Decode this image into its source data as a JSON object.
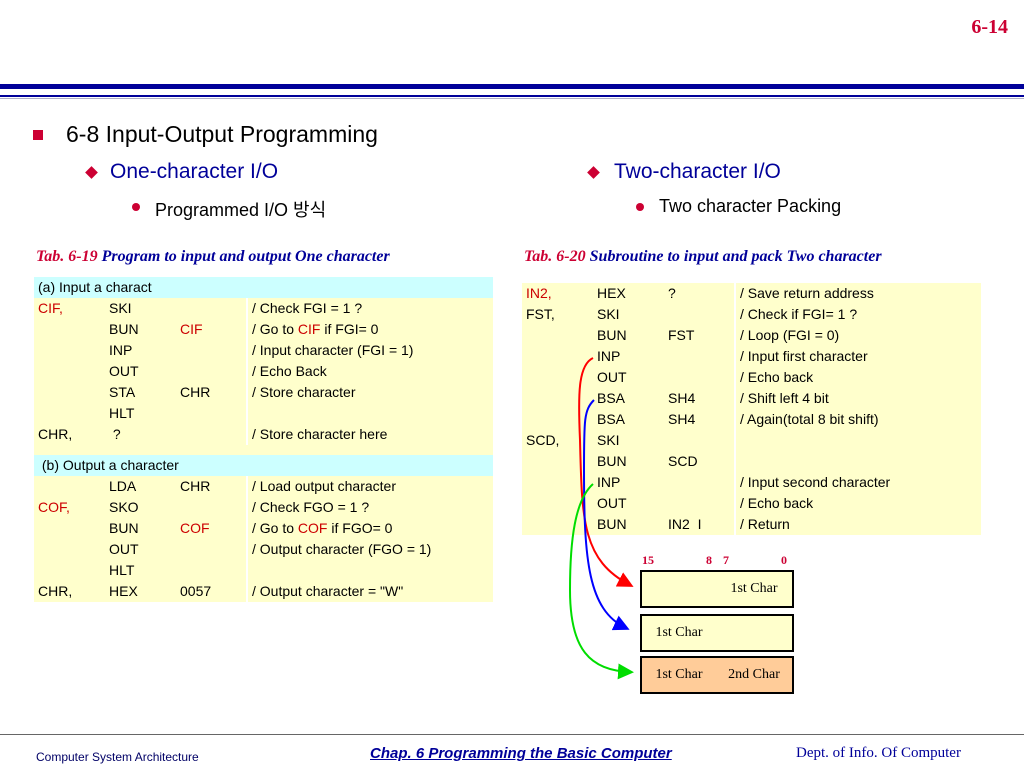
{
  "page_number": "6-14",
  "heading": "6-8  Input-Output Programming",
  "left_sub": "One-character I/O",
  "left_item": "Programmed I/O 방식",
  "right_sub": "Two-character I/O",
  "right_item": "Two character Packing",
  "tab19": {
    "prefix": "Tab. 6-19",
    "title": "  Program to input and output One character",
    "sec_a": "(a) Input a charact",
    "rows_a": [
      {
        "label": "CIF,",
        "label_red": true,
        "op": "SKI",
        "arg": "",
        "arg_red": false,
        "comment": "/ Check FGI = 1 ?",
        "comment_pre": "",
        "comment_red": "",
        "comment_post": ""
      },
      {
        "label": "",
        "label_red": false,
        "op": "BUN",
        "arg": "CIF",
        "arg_red": true,
        "comment": "",
        "comment_pre": "/ Go to ",
        "comment_red": "CIF",
        "comment_post": " if FGI= 0"
      },
      {
        "label": "",
        "label_red": false,
        "op": "INP",
        "arg": "",
        "arg_red": false,
        "comment": "/ Input character (FGI = 1)",
        "comment_pre": "",
        "comment_red": "",
        "comment_post": ""
      },
      {
        "label": "",
        "label_red": false,
        "op": "OUT",
        "arg": "",
        "arg_red": false,
        "comment": "/ Echo Back",
        "comment_pre": "",
        "comment_red": "",
        "comment_post": ""
      },
      {
        "label": "",
        "label_red": false,
        "op": "STA",
        "arg": "CHR",
        "arg_red": false,
        "comment": "/ Store character",
        "comment_pre": "",
        "comment_red": "",
        "comment_post": ""
      },
      {
        "label": "",
        "label_red": false,
        "op": "HLT",
        "arg": "",
        "arg_red": false,
        "comment": "",
        "comment_pre": "",
        "comment_red": "",
        "comment_post": ""
      },
      {
        "label": "CHR,",
        "label_red": false,
        "op": " ?",
        "arg": "",
        "arg_red": false,
        "comment": "/ Store character here",
        "comment_pre": "",
        "comment_red": "",
        "comment_post": ""
      }
    ],
    "sec_b": " (b) Output a character",
    "rows_b": [
      {
        "label": "",
        "label_red": false,
        "op": "LDA",
        "arg": "CHR",
        "arg_red": false,
        "comment": "/ Load output character",
        "comment_pre": "",
        "comment_red": "",
        "comment_post": ""
      },
      {
        "label": "COF,",
        "label_red": true,
        "op": "SKO",
        "arg": "",
        "arg_red": false,
        "comment": "/ Check FGO = 1 ?",
        "comment_pre": "",
        "comment_red": "",
        "comment_post": ""
      },
      {
        "label": "",
        "label_red": false,
        "op": "BUN",
        "arg": "COF",
        "arg_red": true,
        "comment": "",
        "comment_pre": "/ Go to ",
        "comment_red": "COF",
        "comment_post": " if FGO= 0"
      },
      {
        "label": "",
        "label_red": false,
        "op": "OUT",
        "arg": "",
        "arg_red": false,
        "comment": "/ Output character (FGO = 1)",
        "comment_pre": "",
        "comment_red": "",
        "comment_post": ""
      },
      {
        "label": "",
        "label_red": false,
        "op": "HLT",
        "arg": "",
        "arg_red": false,
        "comment": "",
        "comment_pre": "",
        "comment_red": "",
        "comment_post": ""
      },
      {
        "label": "CHR,",
        "label_red": false,
        "op": "HEX",
        "arg": "0057",
        "arg_red": false,
        "comment": "/ Output character = \"W\"",
        "comment_pre": "",
        "comment_red": "",
        "comment_post": ""
      }
    ]
  },
  "tab20": {
    "prefix": "Tab. 6-20",
    "title": "  Subroutine to input and pack Two character",
    "rows": [
      {
        "label": "IN2,",
        "label_red": true,
        "op": "HEX",
        "arg": "?",
        "comment": "/ Save return address"
      },
      {
        "label": "FST,",
        "label_red": false,
        "op": "SKI",
        "arg": "",
        "comment": "/ Check if FGI= 1 ?"
      },
      {
        "label": "",
        "label_red": false,
        "op": "BUN",
        "arg": "FST",
        "comment": "/ Loop (FGI = 0)"
      },
      {
        "label": "",
        "label_red": false,
        "op": "INP",
        "arg": "",
        "comment": "/ Input first character"
      },
      {
        "label": "",
        "label_red": false,
        "op": "OUT",
        "arg": "",
        "comment": "/ Echo back"
      },
      {
        "label": "",
        "label_red": false,
        "op": "BSA",
        "arg": "SH4",
        "comment": "/ Shift left 4 bit"
      },
      {
        "label": "",
        "label_red": false,
        "op": "BSA",
        "arg": "SH4",
        "comment": "/ Again(total 8 bit shift)"
      },
      {
        "label": "SCD,",
        "label_red": false,
        "op": "SKI",
        "arg": "",
        "comment": ""
      },
      {
        "label": "",
        "label_red": false,
        "op": "BUN",
        "arg": "SCD",
        "comment": ""
      },
      {
        "label": "",
        "label_red": false,
        "op": "INP",
        "arg": "",
        "comment": "/ Input second character"
      },
      {
        "label": "",
        "label_red": false,
        "op": "OUT",
        "arg": "",
        "comment": "/ Echo back"
      },
      {
        "label": "",
        "label_red": false,
        "op": "BUN",
        "arg": "IN2  I",
        "comment": "/ Return"
      }
    ]
  },
  "diagram": {
    "bit15": "15",
    "bit8": "8",
    "bit7": "7",
    "bit0": "0",
    "box1_right": "1st Char",
    "box2_left": "1st Char",
    "box3_left": "1st Char",
    "box3_right": "2nd Char",
    "empty_color": "#ffffcc",
    "filled_color": "#ffcc99",
    "arrow_colors": [
      "#ff0000",
      "#0000ff",
      "#00dd00"
    ]
  },
  "footer": {
    "left": "Computer System Architecture",
    "center": "Chap. 6  Programming the Basic Computer",
    "right": "Dept. of Info. Of Computer"
  }
}
